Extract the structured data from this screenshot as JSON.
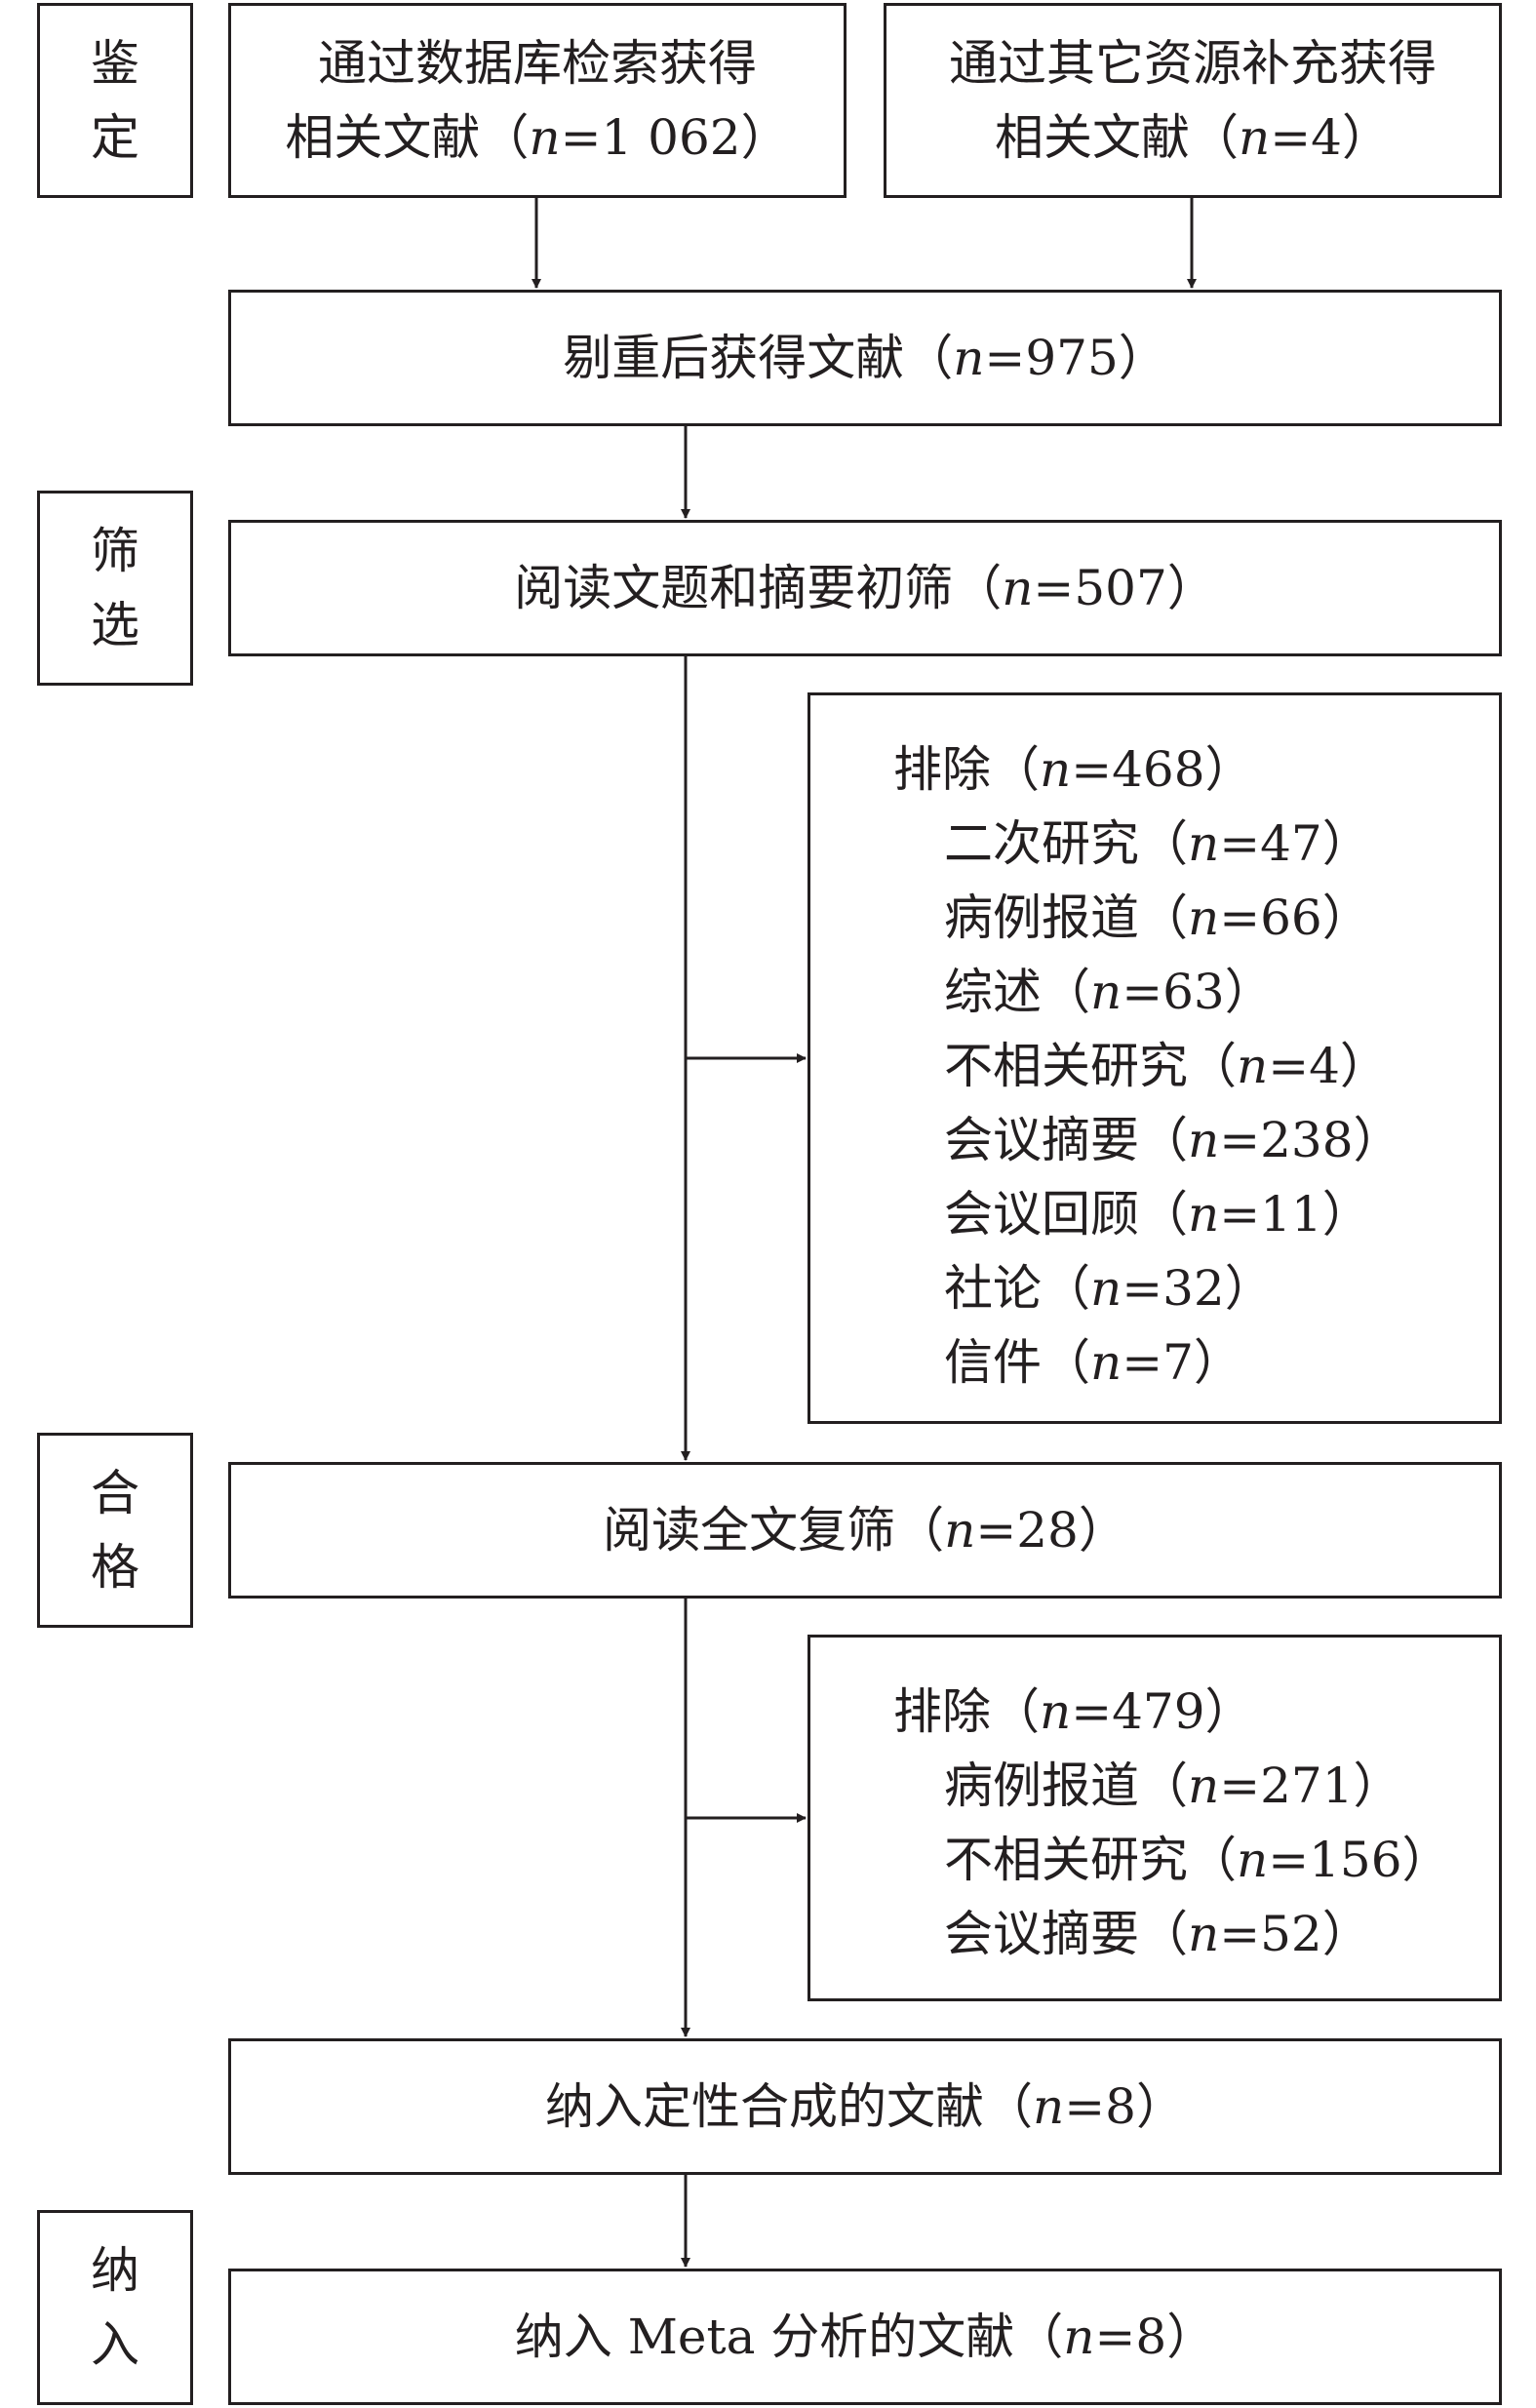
{
  "stages": {
    "identification": [
      "鉴",
      "定"
    ],
    "screening": [
      "筛",
      "选"
    ],
    "eligibility": [
      "合",
      "格"
    ],
    "included": [
      "纳",
      "入"
    ]
  },
  "boxes": {
    "database": {
      "line1": "通过数据库检索获得",
      "pre": "相关文献（",
      "n": "n",
      "post": "=1 062）"
    },
    "other_sources": {
      "line1": "通过其它资源补充获得",
      "pre": "相关文献（",
      "n": "n",
      "post": "=4）"
    },
    "dedup": {
      "pre": "剔重后获得文献（",
      "n": "n",
      "post": "=975）"
    },
    "title_abstract": {
      "pre": "阅读文题和摘要初筛（",
      "n": "n",
      "post": "=507）"
    },
    "fulltext": {
      "pre": "阅读全文复筛（",
      "n": "n",
      "post": "=28）"
    },
    "qualitative": {
      "pre": "纳入定性合成的文献（",
      "n": "n",
      "post": "=8）"
    },
    "meta": {
      "pre": "纳入 Meta 分析的文献（",
      "n": "n",
      "post": "=8）"
    }
  },
  "exclusion1": {
    "title": {
      "pre": "排除（",
      "n": "n",
      "post": "=468）"
    },
    "items": [
      {
        "pre": "二次研究（",
        "n": "n",
        "post": "=47）"
      },
      {
        "pre": "病例报道（",
        "n": "n",
        "post": "=66）"
      },
      {
        "pre": "综述（",
        "n": "n",
        "post": "=63）"
      },
      {
        "pre": "不相关研究（",
        "n": "n",
        "post": "=4）"
      },
      {
        "pre": "会议摘要（",
        "n": "n",
        "post": "=238）"
      },
      {
        "pre": "会议回顾（",
        "n": "n",
        "post": "=11）"
      },
      {
        "pre": "社论（",
        "n": "n",
        "post": "=32）"
      },
      {
        "pre": "信件（",
        "n": "n",
        "post": "=7）"
      }
    ]
  },
  "exclusion2": {
    "title": {
      "pre": "排除（",
      "n": "n",
      "post": "=479）"
    },
    "items": [
      {
        "pre": "病例报道（",
        "n": "n",
        "post": "=271）"
      },
      {
        "pre": "不相关研究（",
        "n": "n",
        "post": "=156）"
      },
      {
        "pre": "会议摘要（",
        "n": "n",
        "post": "=52）"
      }
    ]
  }
}
